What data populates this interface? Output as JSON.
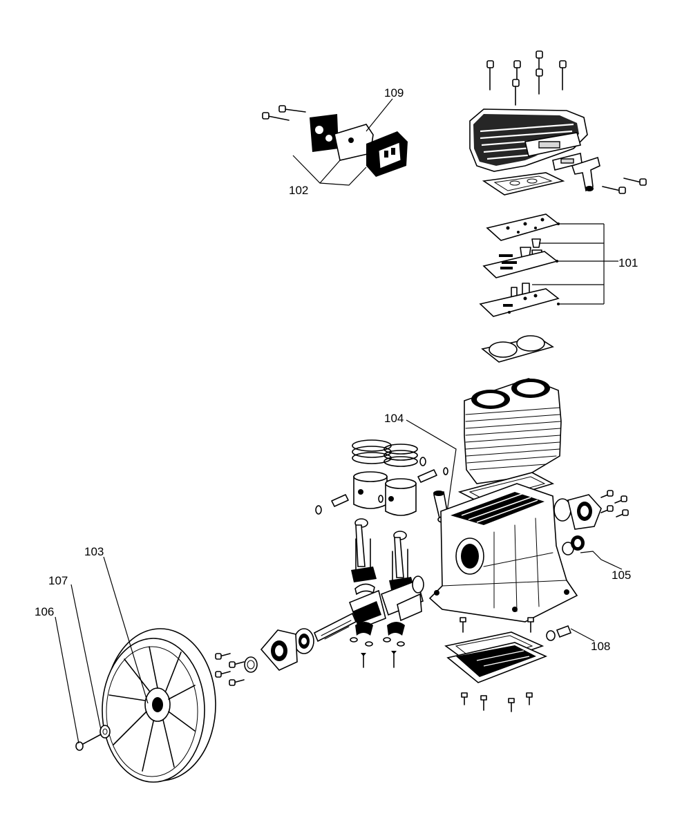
{
  "diagram": {
    "callouts": [
      {
        "id": "101",
        "label": "101"
      },
      {
        "id": "102",
        "label": "102"
      },
      {
        "id": "103",
        "label": "103"
      },
      {
        "id": "104",
        "label": "104"
      },
      {
        "id": "105",
        "label": "105"
      },
      {
        "id": "106",
        "label": "106"
      },
      {
        "id": "107",
        "label": "107"
      },
      {
        "id": "108",
        "label": "108"
      },
      {
        "id": "109",
        "label": "109"
      }
    ]
  }
}
